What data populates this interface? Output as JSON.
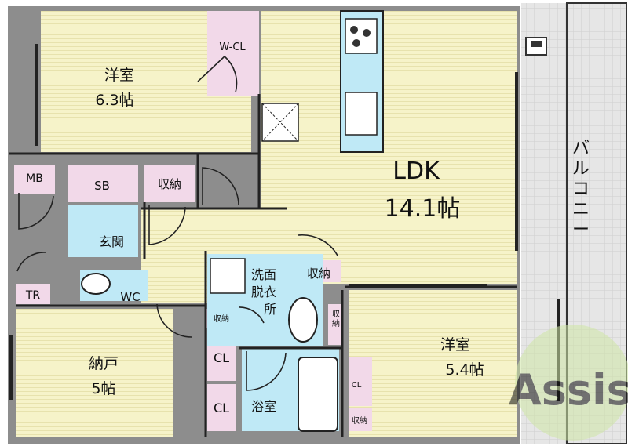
{
  "colors": {
    "room": "#f6f3c9",
    "closet": "#f2d9e9",
    "water": "#bfe9f6",
    "balcony": "#e6e6e6",
    "wall": "#8d8d8d",
    "line": "#222222"
  },
  "rooms": {
    "western_1": {
      "name": "洋室",
      "size": "6.3帖"
    },
    "ldk": {
      "name": "LDK",
      "size": "14.1帖"
    },
    "western_2": {
      "name": "洋室",
      "size": "5.4帖"
    },
    "storage_room": {
      "name": "納戸",
      "size": "5帖"
    },
    "entrance": {
      "name": "玄関"
    },
    "washroom": {
      "name": "洗面脱衣所"
    },
    "bath": {
      "name": "浴室"
    },
    "toilet": {
      "name": "WC"
    },
    "balcony": {
      "name": "バルコニー"
    }
  },
  "closets": {
    "wcl": "W-CL",
    "mb": "MB",
    "sb": "SB",
    "shuno_1": "収納",
    "shuno_2": "収納",
    "shuno_small_1": "収納",
    "shuno_small_2": "収納",
    "shuno_small_3": "収納",
    "tr": "TR",
    "cl_1": "CL",
    "cl_2": "CL",
    "cl_3": "CL"
  },
  "watermark": {
    "text": "Assist"
  }
}
